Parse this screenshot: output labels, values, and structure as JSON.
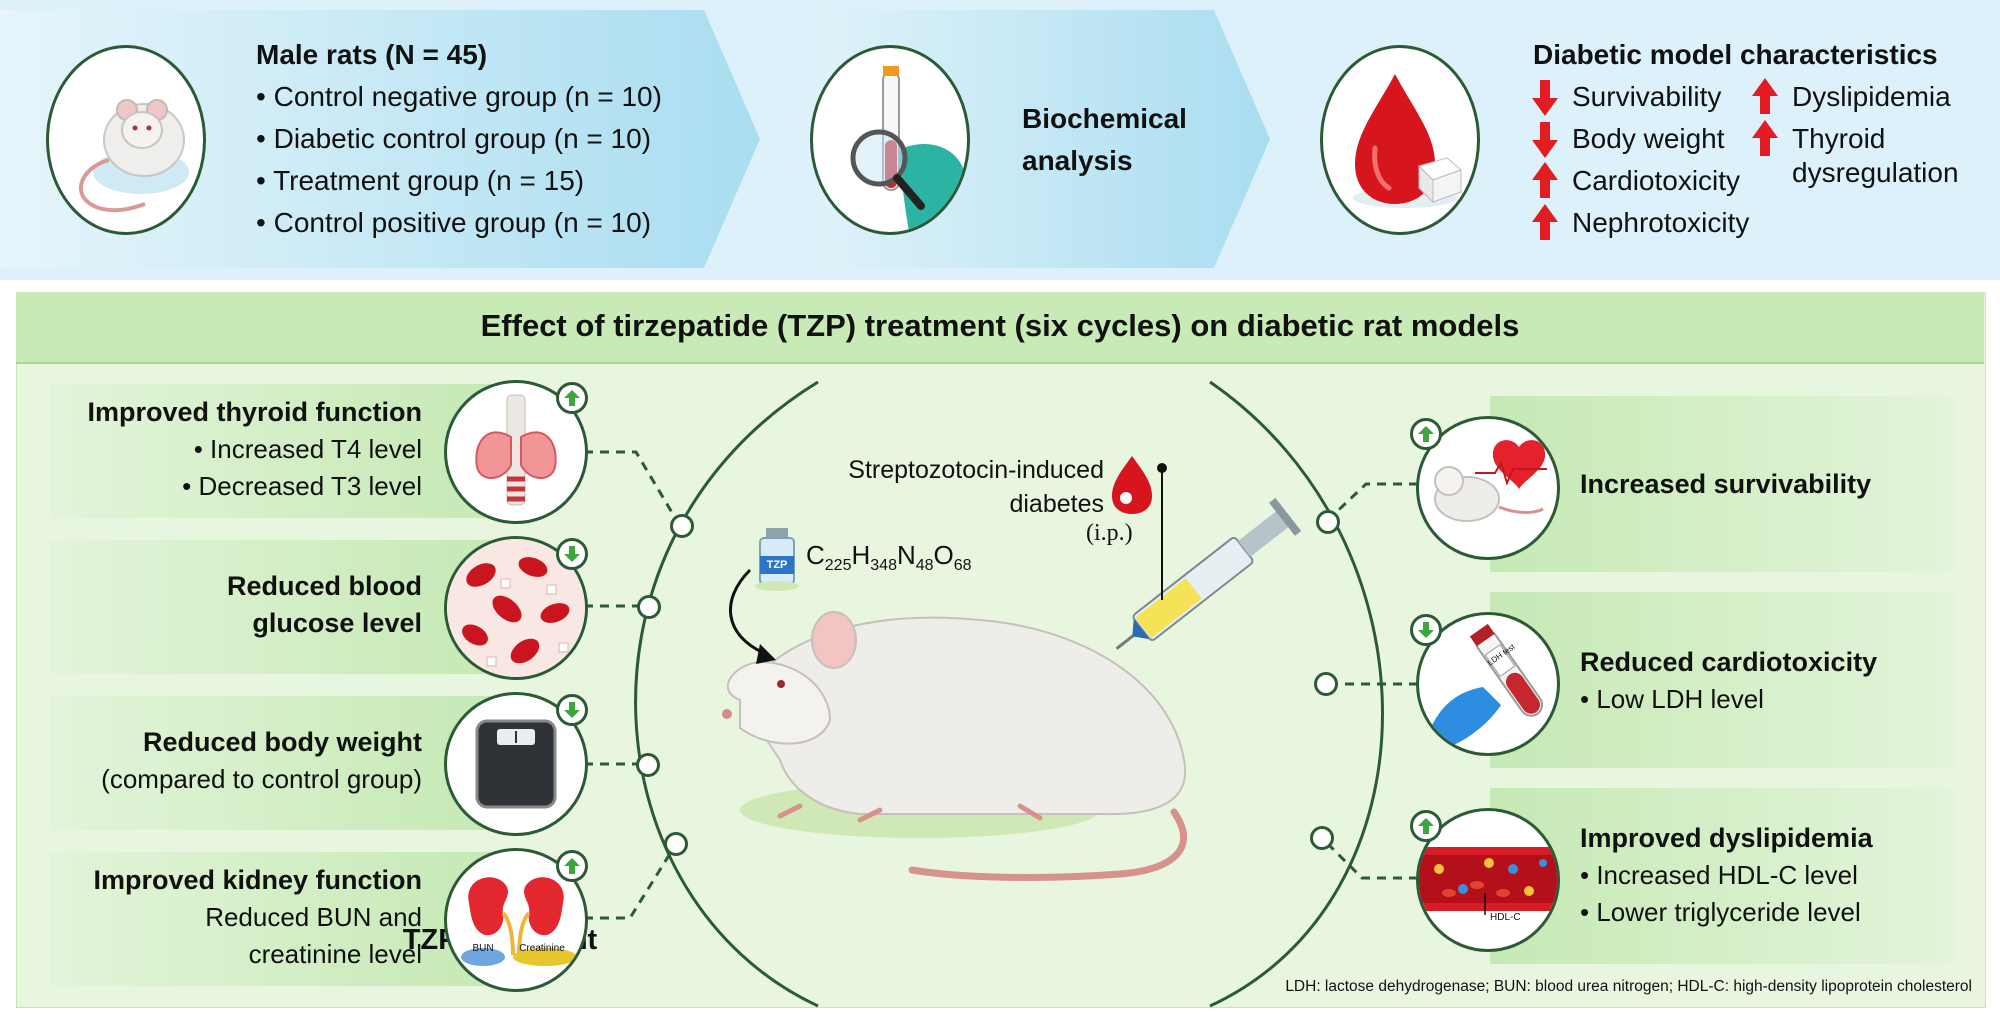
{
  "top": {
    "rats": {
      "title": "Male rats (N = 45)",
      "groups": [
        "Control negative group (n = 10)",
        "Diabetic control group (n = 10)",
        "Treatment group (n = 15)",
        "Control positive group (n = 10)"
      ]
    },
    "analysis": {
      "line1": "Biochemical",
      "line2": "analysis"
    },
    "model": {
      "title": "Diabetic model characteristics",
      "items": [
        {
          "label": "Survivability",
          "direction": "down"
        },
        {
          "label": "Body weight",
          "direction": "down"
        },
        {
          "label": "Cardiotoxicity",
          "direction": "up"
        },
        {
          "label": "Nephrotoxicity",
          "direction": "up"
        },
        {
          "label": "Dyslipidemia",
          "direction": "up"
        },
        {
          "label": "Thyroid",
          "label2": "dysregulation",
          "direction": "up"
        }
      ]
    }
  },
  "main": {
    "title": "Effect of tirzepatide (TZP) treatment (six cycles) on diabetic rat models",
    "center": {
      "stz_line1": "Streptozotocin-induced",
      "stz_line2": "diabetes",
      "stz_route": "(i.p.)",
      "vial_label": "TZP",
      "formula": {
        "C": "C",
        "c_sub": "225",
        "H": "H",
        "h_sub": "348",
        "N": "N",
        "n_sub": "48",
        "O": "O",
        "o_sub": "68"
      },
      "caption": "TZP treatment"
    },
    "left": [
      {
        "title": "Improved thyroid function",
        "lines": [
          "• Increased T4 level",
          "• Decreased T3 level"
        ],
        "arrow": "up"
      },
      {
        "title": "Reduced blood",
        "title2": "glucose level",
        "lines": [],
        "arrow": "down"
      },
      {
        "title": "Reduced body weight",
        "lines": [
          "(compared to control group)"
        ],
        "arrow": "down"
      },
      {
        "title": "Improved kidney function",
        "lines": [
          "Reduced BUN and",
          "creatinine level"
        ],
        "arrow": "up",
        "tags": [
          "BUN",
          "Creatinine"
        ]
      }
    ],
    "right": [
      {
        "title": "Increased survivability",
        "lines": [],
        "arrow": "up"
      },
      {
        "title": "Reduced cardiotoxicity",
        "lines": [
          "• Low LDH level"
        ],
        "arrow": "down",
        "tube_label": "LDH test"
      },
      {
        "title": "Improved dyslipidemia",
        "lines": [
          "• Increased HDL-C level",
          "• Lower triglyceride level"
        ],
        "arrow": "up",
        "vessel_label": "HDL-C"
      }
    ],
    "footnote": "LDH: lactose dehydrogenase; BUN: blood urea nitrogen; HDL-C: high-density lipoprotein cholesterol"
  },
  "colors": {
    "dark_green": "#2c5a37",
    "arrow_red": "#e31b23",
    "top_bg": "#ddf1fa",
    "panel_green": "#c6e9b5"
  },
  "icons": [
    "rat-icon",
    "magnifier-tube-icon",
    "blood-drop-icon",
    "thyroid-icon",
    "blood-cells-icon",
    "scale-icon",
    "kidney-icon",
    "rat-heart-icon",
    "ldh-tube-icon",
    "blood-vessel-icon",
    "vial-icon",
    "syringe-icon",
    "up-arrow-icon",
    "down-arrow-icon"
  ]
}
